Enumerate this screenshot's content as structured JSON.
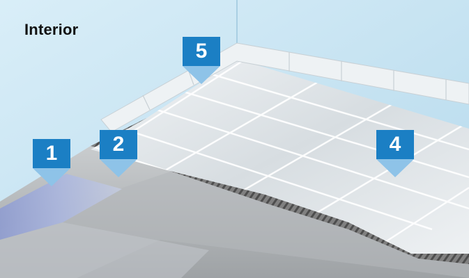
{
  "title": "Interior",
  "markers": [
    {
      "id": "1",
      "label": "1"
    },
    {
      "id": "2",
      "label": "2"
    },
    {
      "id": "4",
      "label": "4"
    },
    {
      "id": "5",
      "label": "5"
    }
  ],
  "colors": {
    "marker_box": "#1b7fc4",
    "marker_tip": "#8ec3e8",
    "wall": "#c6e4f2",
    "tile": "#e6ebee",
    "adhesive": "#6f6f6f",
    "screed": "#b8bcbf",
    "membrane": "#9aa7d6"
  }
}
